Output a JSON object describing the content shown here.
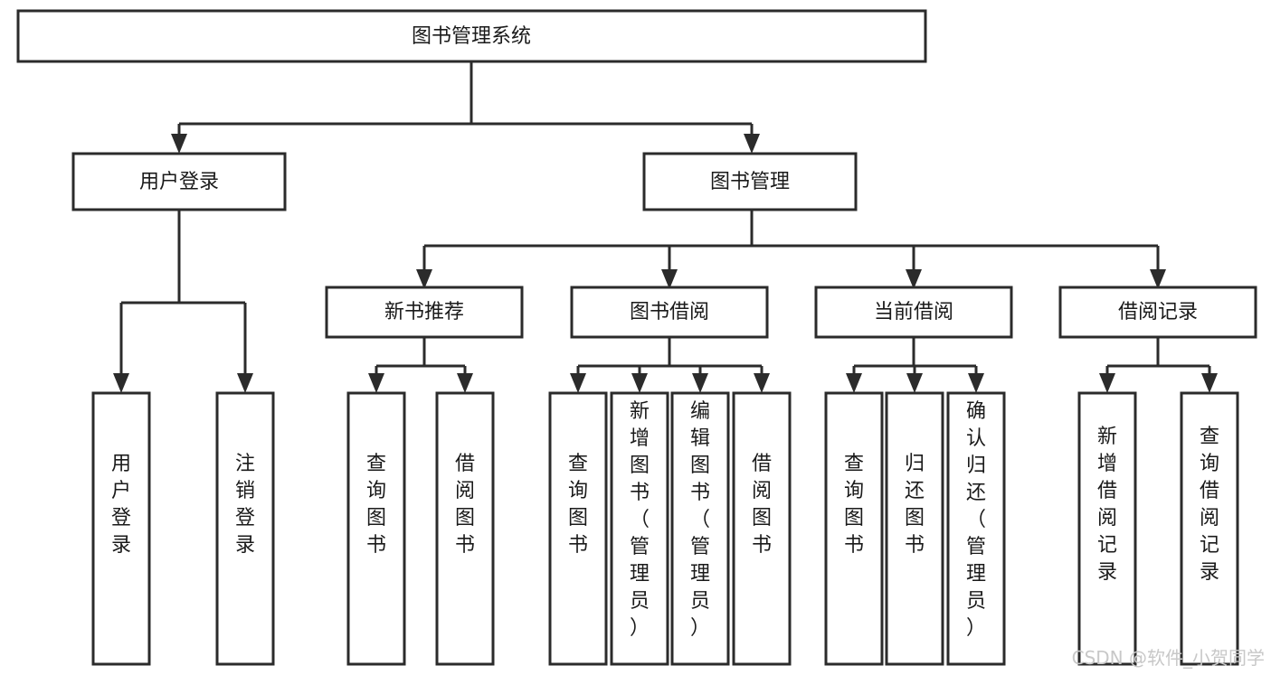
{
  "diagram": {
    "title": "图书管理系统",
    "type": "tree-hierarchy",
    "root": {
      "id": "root",
      "label": "图书管理系统"
    },
    "level1": [
      {
        "id": "user-login",
        "label": "用户登录"
      },
      {
        "id": "book-management",
        "label": "图书管理"
      }
    ],
    "level2": [
      {
        "id": "new-book-recommend",
        "label": "新书推荐",
        "parent": "book-management"
      },
      {
        "id": "book-borrow",
        "label": "图书借阅",
        "parent": "book-management"
      },
      {
        "id": "current-borrow",
        "label": "当前借阅",
        "parent": "book-management"
      },
      {
        "id": "borrow-record",
        "label": "借阅记录",
        "parent": "book-management"
      }
    ],
    "leaves": {
      "user-login": [
        {
          "id": "leaf-user-login",
          "label": "用户登录"
        },
        {
          "id": "leaf-user-logout",
          "label": "注销登录"
        }
      ],
      "new-book-recommend": [
        {
          "id": "leaf-query-book-1",
          "label": "查询图书"
        },
        {
          "id": "leaf-borrow-book-1",
          "label": "借阅图书"
        }
      ],
      "book-borrow": [
        {
          "id": "leaf-query-book-2",
          "label": "查询图书"
        },
        {
          "id": "leaf-add-book",
          "label": "新增图书（管理员）"
        },
        {
          "id": "leaf-edit-book",
          "label": "编辑图书（管理员）"
        },
        {
          "id": "leaf-borrow-book-2",
          "label": "借阅图书"
        }
      ],
      "current-borrow": [
        {
          "id": "leaf-query-book-3",
          "label": "查询图书"
        },
        {
          "id": "leaf-return-book",
          "label": "归还图书"
        },
        {
          "id": "leaf-confirm-return",
          "label": "确认归还（管理员）"
        }
      ],
      "borrow-record": [
        {
          "id": "leaf-add-record",
          "label": "新增借阅记录"
        },
        {
          "id": "leaf-query-record",
          "label": "查询借阅记录"
        }
      ]
    }
  },
  "watermark": {
    "text": "CSDN @软件_小贺同学"
  },
  "colors": {
    "box_stroke": "#2b2b2b",
    "box_fill": "#ffffff",
    "text": "#1a1a1a",
    "background": "#ffffff",
    "watermark": "#c8c8c8"
  }
}
